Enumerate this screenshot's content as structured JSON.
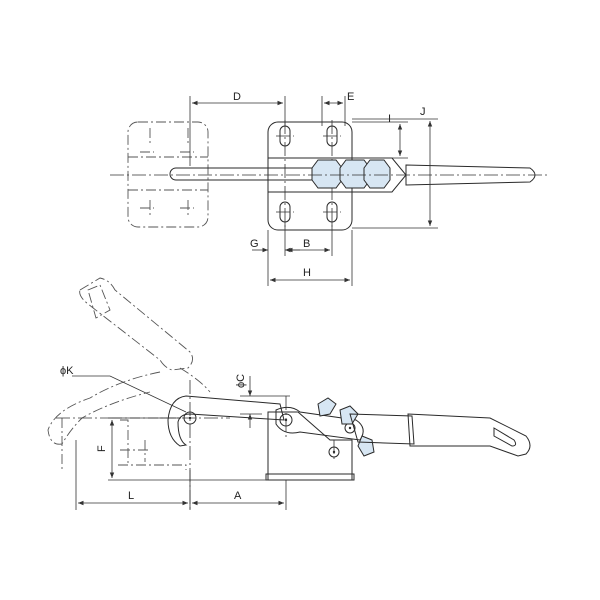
{
  "colors": {
    "part_fill": "#d7e6f3",
    "line": "#2a2a2a",
    "background": "#ffffff"
  },
  "labels": {
    "D": "D",
    "E": "E",
    "I": "I",
    "J": "J",
    "G": "G",
    "B": "B",
    "H": "H",
    "phiK": "ϕK",
    "phiC": "ϕC",
    "F": "F",
    "L": "L",
    "A": "A"
  }
}
